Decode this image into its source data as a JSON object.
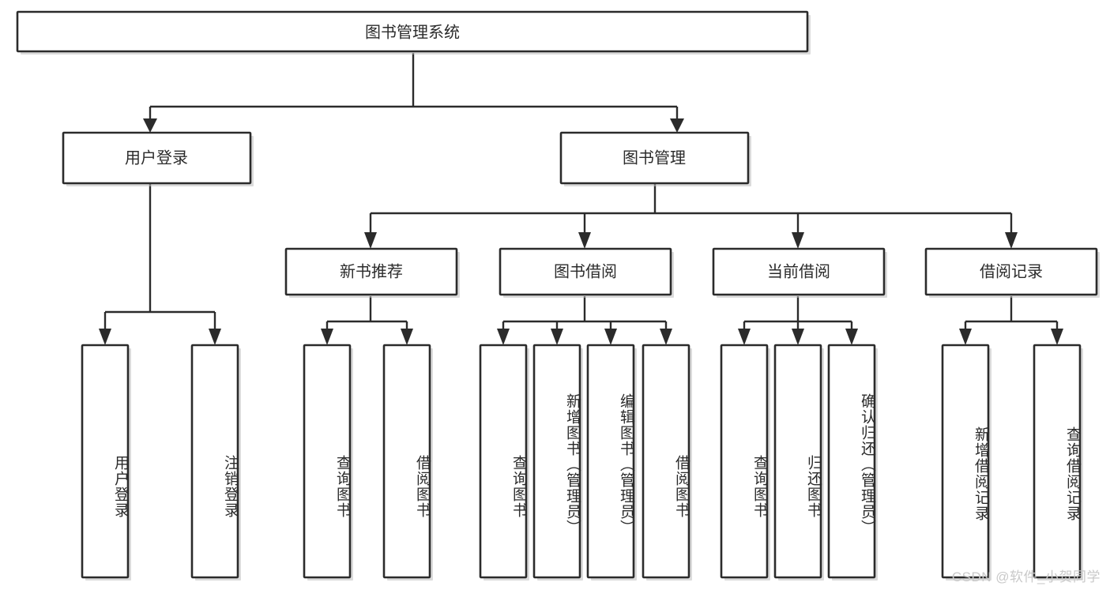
{
  "diagram": {
    "type": "tree-hierarchy",
    "title": "图书管理系统",
    "orientation": "top-down",
    "colors": {
      "box_stroke": "#2b2b2b",
      "box_fill": "#ffffff",
      "connector": "#2b2b2b",
      "text": "#2b2b2b",
      "watermark": "#c9c9c9"
    },
    "levels": {
      "root": {
        "label": "图书管理系统"
      },
      "level2": [
        {
          "id": "user-login",
          "label": "用户登录"
        },
        {
          "id": "book-manage",
          "label": "图书管理"
        }
      ],
      "level3": [
        {
          "id": "new-book-rec",
          "label": "新书推荐",
          "parent": "book-manage"
        },
        {
          "id": "book-borrow",
          "label": "图书借阅",
          "parent": "book-manage"
        },
        {
          "id": "current-borrow",
          "label": "当前借阅",
          "parent": "book-manage"
        },
        {
          "id": "borrow-record",
          "label": "借阅记录",
          "parent": "book-manage"
        }
      ],
      "leaves": [
        {
          "id": "leaf-user-login",
          "label": "用户登录",
          "parent": "user-login"
        },
        {
          "id": "leaf-logout",
          "label": "注销登录",
          "parent": "user-login"
        },
        {
          "id": "leaf-query-book-1",
          "label": "查询图书",
          "parent": "new-book-rec"
        },
        {
          "id": "leaf-borrow-book-1",
          "label": "借阅图书",
          "parent": "new-book-rec"
        },
        {
          "id": "leaf-query-book-2",
          "label": "查询图书",
          "parent": "book-borrow"
        },
        {
          "id": "leaf-add-book",
          "label": "新增图书（管理员）",
          "parent": "book-borrow"
        },
        {
          "id": "leaf-edit-book",
          "label": "编辑图书（管理员）",
          "parent": "book-borrow"
        },
        {
          "id": "leaf-borrow-book-2",
          "label": "借阅图书",
          "parent": "book-borrow"
        },
        {
          "id": "leaf-query-book-3",
          "label": "查询图书",
          "parent": "current-borrow"
        },
        {
          "id": "leaf-return-book",
          "label": "归还图书",
          "parent": "current-borrow"
        },
        {
          "id": "leaf-confirm-return",
          "label": "确认归还（管理员）",
          "parent": "current-borrow"
        },
        {
          "id": "leaf-add-record",
          "label": "新增借阅记录",
          "parent": "borrow-record"
        },
        {
          "id": "leaf-query-record",
          "label": "查询借阅记录",
          "parent": "borrow-record"
        }
      ]
    }
  },
  "watermark": {
    "text": "CSDN @软件_小贺同学"
  }
}
